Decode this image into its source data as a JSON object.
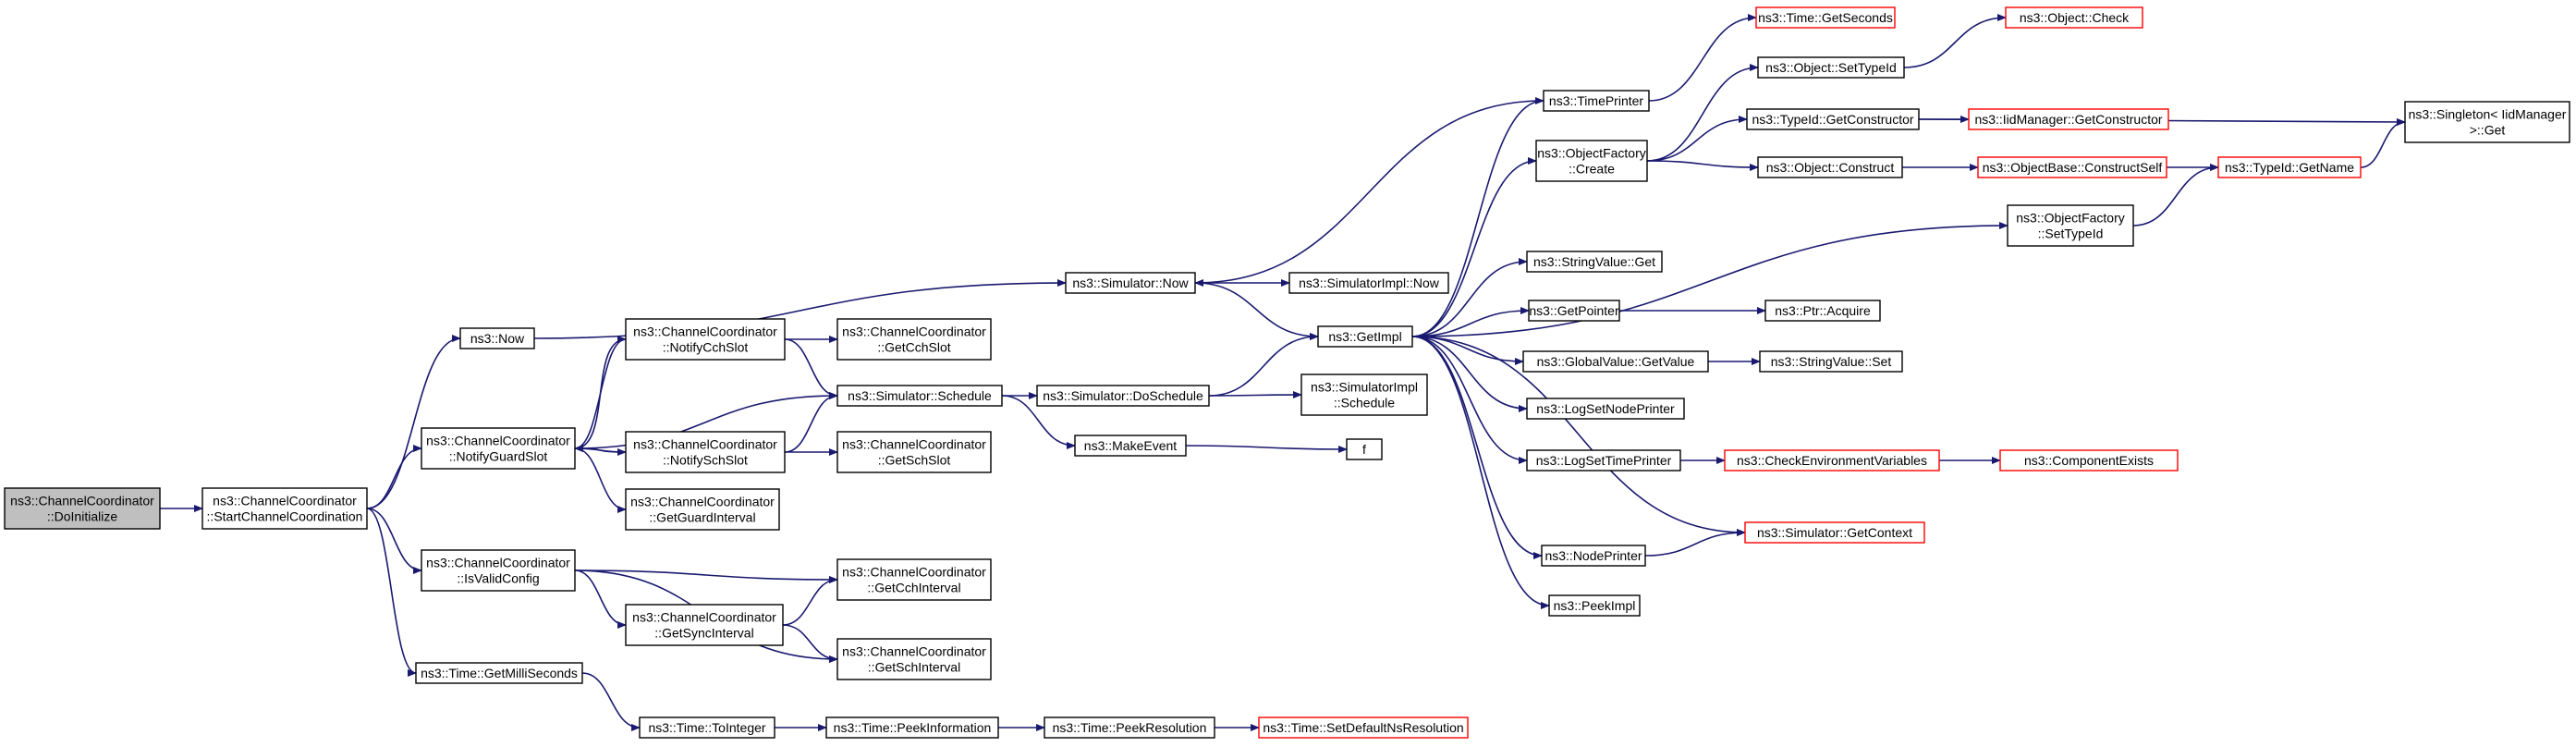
{
  "colors": {
    "edge": "#191970",
    "node_border": "#000000",
    "node_border_truncated": "#ff0000",
    "root_fill": "#bfbfbf",
    "node_fill": "#ffffff"
  },
  "nodes": [
    {
      "id": "n0",
      "lines": [
        "ns3::ChannelCoordinator",
        "::DoInitialize"
      ],
      "kind": "root"
    },
    {
      "id": "n1",
      "lines": [
        "ns3::ChannelCoordinator",
        "::StartChannelCoordination"
      ],
      "kind": "normal"
    },
    {
      "id": "n2",
      "lines": [
        "ns3::Now"
      ],
      "kind": "normal"
    },
    {
      "id": "n3",
      "lines": [
        "ns3::ChannelCoordinator",
        "::NotifyGuardSlot"
      ],
      "kind": "normal"
    },
    {
      "id": "n4",
      "lines": [
        "ns3::ChannelCoordinator",
        "::IsValidConfig"
      ],
      "kind": "normal"
    },
    {
      "id": "n5",
      "lines": [
        "ns3::Time::GetMilliSeconds"
      ],
      "kind": "normal"
    },
    {
      "id": "n6",
      "lines": [
        "ns3::ChannelCoordinator",
        "::NotifyCchSlot"
      ],
      "kind": "normal"
    },
    {
      "id": "n7",
      "lines": [
        "ns3::ChannelCoordinator",
        "::NotifySchSlot"
      ],
      "kind": "normal"
    },
    {
      "id": "n8",
      "lines": [
        "ns3::ChannelCoordinator",
        "::GetGuardInterval"
      ],
      "kind": "normal"
    },
    {
      "id": "n9",
      "lines": [
        "ns3::ChannelCoordinator",
        "::GetSyncInterval"
      ],
      "kind": "normal"
    },
    {
      "id": "n10",
      "lines": [
        "ns3::Time::ToInteger"
      ],
      "kind": "normal"
    },
    {
      "id": "n11",
      "lines": [
        "ns3::ChannelCoordinator",
        "::GetCchSlot"
      ],
      "kind": "normal"
    },
    {
      "id": "n12",
      "lines": [
        "ns3::Simulator::Schedule"
      ],
      "kind": "normal"
    },
    {
      "id": "n13",
      "lines": [
        "ns3::ChannelCoordinator",
        "::GetSchSlot"
      ],
      "kind": "normal"
    },
    {
      "id": "n14",
      "lines": [
        "ns3::ChannelCoordinator",
        "::GetCchInterval"
      ],
      "kind": "normal"
    },
    {
      "id": "n15",
      "lines": [
        "ns3::ChannelCoordinator",
        "::GetSchInterval"
      ],
      "kind": "normal"
    },
    {
      "id": "n16",
      "lines": [
        "ns3::Time::PeekInformation"
      ],
      "kind": "normal"
    },
    {
      "id": "n17",
      "lines": [
        "ns3::Simulator::Now"
      ],
      "kind": "normal"
    },
    {
      "id": "n18",
      "lines": [
        "ns3::Simulator::DoSchedule"
      ],
      "kind": "normal"
    },
    {
      "id": "n19",
      "lines": [
        "ns3::MakeEvent"
      ],
      "kind": "normal"
    },
    {
      "id": "n20",
      "lines": [
        "ns3::Time::PeekResolution"
      ],
      "kind": "normal"
    },
    {
      "id": "n21",
      "lines": [
        "ns3::SimulatorImpl::Now"
      ],
      "kind": "normal"
    },
    {
      "id": "n22",
      "lines": [
        "ns3::GetImpl"
      ],
      "kind": "normal"
    },
    {
      "id": "n23",
      "lines": [
        "ns3::SimulatorImpl",
        "::Schedule"
      ],
      "kind": "normal"
    },
    {
      "id": "n24",
      "lines": [
        "f"
      ],
      "kind": "normal"
    },
    {
      "id": "n25",
      "lines": [
        "ns3::Time::SetDefaultNsResolution"
      ],
      "kind": "truncated"
    },
    {
      "id": "n26",
      "lines": [
        "ns3::TimePrinter"
      ],
      "kind": "normal"
    },
    {
      "id": "n27",
      "lines": [
        "ns3::ObjectFactory",
        "::Create"
      ],
      "kind": "normal"
    },
    {
      "id": "n28",
      "lines": [
        "ns3::StringValue::Get"
      ],
      "kind": "normal"
    },
    {
      "id": "n29",
      "lines": [
        "ns3::GetPointer"
      ],
      "kind": "normal"
    },
    {
      "id": "n30",
      "lines": [
        "ns3::GlobalValue::GetValue"
      ],
      "kind": "normal"
    },
    {
      "id": "n31",
      "lines": [
        "ns3::LogSetNodePrinter"
      ],
      "kind": "normal"
    },
    {
      "id": "n32",
      "lines": [
        "ns3::LogSetTimePrinter"
      ],
      "kind": "normal"
    },
    {
      "id": "n33",
      "lines": [
        "ns3::NodePrinter"
      ],
      "kind": "normal"
    },
    {
      "id": "n34",
      "lines": [
        "ns3::PeekImpl"
      ],
      "kind": "normal"
    },
    {
      "id": "n35",
      "lines": [
        "ns3::Time::GetSeconds"
      ],
      "kind": "truncated"
    },
    {
      "id": "n36",
      "lines": [
        "ns3::Object::SetTypeId"
      ],
      "kind": "normal"
    },
    {
      "id": "n37",
      "lines": [
        "ns3::TypeId::GetConstructor"
      ],
      "kind": "normal"
    },
    {
      "id": "n38",
      "lines": [
        "ns3::Object::Construct"
      ],
      "kind": "normal"
    },
    {
      "id": "n39",
      "lines": [
        "ns3::ObjectFactory",
        "::SetTypeId"
      ],
      "kind": "normal"
    },
    {
      "id": "n40",
      "lines": [
        "ns3::Simulator::GetContext"
      ],
      "kind": "truncated"
    },
    {
      "id": "n41",
      "lines": [
        "ns3::Ptr::Acquire"
      ],
      "kind": "normal"
    },
    {
      "id": "n42",
      "lines": [
        "ns3::StringValue::Set"
      ],
      "kind": "normal"
    },
    {
      "id": "n43",
      "lines": [
        "ns3::CheckEnvironmentVariables"
      ],
      "kind": "truncated"
    },
    {
      "id": "n44",
      "lines": [
        "ns3::Object::Check"
      ],
      "kind": "truncated"
    },
    {
      "id": "n45",
      "lines": [
        "ns3::IidManager::GetConstructor"
      ],
      "kind": "truncated"
    },
    {
      "id": "n46",
      "lines": [
        "ns3::ObjectBase::ConstructSelf"
      ],
      "kind": "truncated"
    },
    {
      "id": "n47",
      "lines": [
        "ns3::TypeId::GetName"
      ],
      "kind": "truncated"
    },
    {
      "id": "n48",
      "lines": [
        "ns3::ComponentExists"
      ],
      "kind": "truncated"
    },
    {
      "id": "n49",
      "lines": [
        "ns3::Singleton< IidManager",
        ">::Get"
      ],
      "kind": "normal"
    }
  ],
  "edges": [
    [
      "n0",
      "n1"
    ],
    [
      "n1",
      "n2"
    ],
    [
      "n1",
      "n3"
    ],
    [
      "n1",
      "n4"
    ],
    [
      "n1",
      "n5"
    ],
    [
      "n2",
      "n17"
    ],
    [
      "n3",
      "n6"
    ],
    [
      "n3",
      "n7"
    ],
    [
      "n3",
      "n8"
    ],
    [
      "n3",
      "n12"
    ],
    [
      "n4",
      "n9"
    ],
    [
      "n4",
      "n14"
    ],
    [
      "n4",
      "n15"
    ],
    [
      "n5",
      "n10"
    ],
    [
      "n6",
      "n3"
    ],
    [
      "n6",
      "n11"
    ],
    [
      "n6",
      "n12"
    ],
    [
      "n7",
      "n3"
    ],
    [
      "n7",
      "n12"
    ],
    [
      "n7",
      "n13"
    ],
    [
      "n9",
      "n14"
    ],
    [
      "n9",
      "n15"
    ],
    [
      "n10",
      "n16"
    ],
    [
      "n12",
      "n18"
    ],
    [
      "n12",
      "n19"
    ],
    [
      "n16",
      "n20"
    ],
    [
      "n17",
      "n21"
    ],
    [
      "n17",
      "n22"
    ],
    [
      "n18",
      "n22"
    ],
    [
      "n18",
      "n23"
    ],
    [
      "n19",
      "n24"
    ],
    [
      "n20",
      "n25"
    ],
    [
      "n22",
      "n26"
    ],
    [
      "n22",
      "n27"
    ],
    [
      "n22",
      "n28"
    ],
    [
      "n22",
      "n29"
    ],
    [
      "n22",
      "n30"
    ],
    [
      "n22",
      "n31"
    ],
    [
      "n22",
      "n32"
    ],
    [
      "n22",
      "n33"
    ],
    [
      "n22",
      "n34"
    ],
    [
      "n22",
      "n39"
    ],
    [
      "n22",
      "n40"
    ],
    [
      "n26",
      "n17"
    ],
    [
      "n26",
      "n35"
    ],
    [
      "n27",
      "n36"
    ],
    [
      "n27",
      "n37"
    ],
    [
      "n27",
      "n38"
    ],
    [
      "n29",
      "n41"
    ],
    [
      "n30",
      "n42"
    ],
    [
      "n32",
      "n43"
    ],
    [
      "n33",
      "n40"
    ],
    [
      "n36",
      "n44"
    ],
    [
      "n37",
      "n45"
    ],
    [
      "n37",
      "n49"
    ],
    [
      "n38",
      "n46"
    ],
    [
      "n39",
      "n47"
    ],
    [
      "n43",
      "n48"
    ],
    [
      "n46",
      "n47"
    ],
    [
      "n47",
      "n49"
    ]
  ]
}
